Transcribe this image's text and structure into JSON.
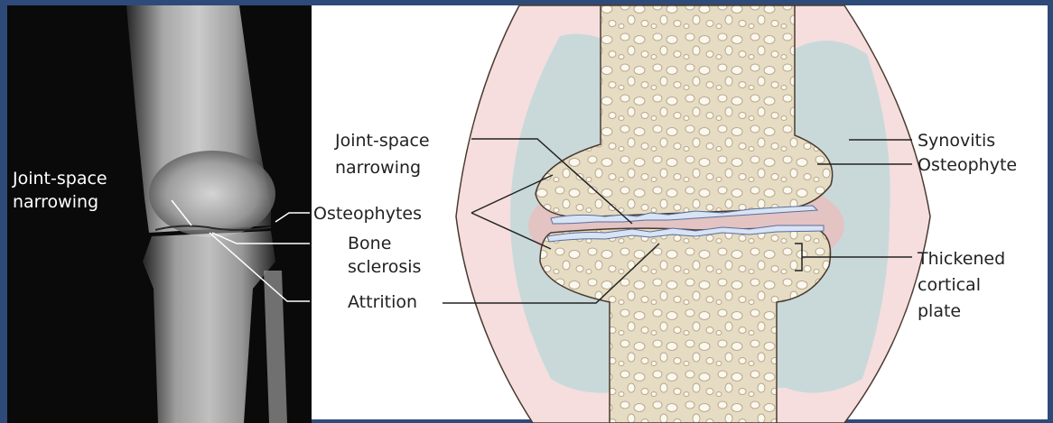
{
  "xray": {
    "labels": {
      "joint_space_line1": "Joint-space",
      "joint_space_line2": "narrowing"
    }
  },
  "callouts": {
    "osteophytes": "Osteophytes",
    "bone_sclerosis_line1": "Bone",
    "bone_sclerosis_line2": "sclerosis",
    "attrition": "Attrition"
  },
  "joint": {
    "joint_space_line1": "Joint-space",
    "joint_space_line2": "narrowing",
    "synovitis": "Synovitis",
    "osteophyte": "Osteophyte",
    "thickened_line1": "Thickened",
    "thickened_line2": "cortical",
    "thickened_line3": "plate"
  },
  "colors": {
    "frame": "#2e4a78",
    "capsule": "#f6dede",
    "synovial_fluid": "#c9d9da",
    "bone": "#e6dcc3",
    "cartilage": "#d8e4f4",
    "inflammation": "#efb9b9"
  }
}
